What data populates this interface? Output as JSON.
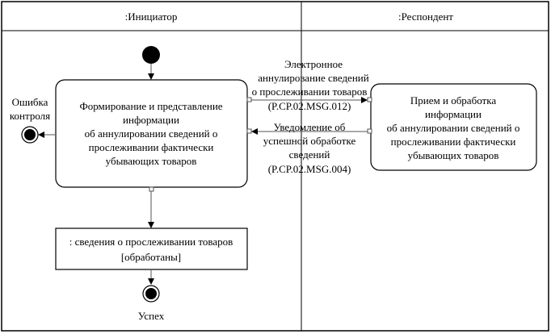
{
  "lanes": [
    ":Инициатор",
    ":Респондент"
  ],
  "initiator_activity": [
    "Формирование и представление",
    "информации",
    "об аннулировании сведений о",
    "прослеживании фактически",
    "убывающих товаров"
  ],
  "respondent_activity": [
    "Прием и обработка",
    "информации",
    "об аннулировании сведений о",
    "прослеживании фактически",
    "убывающих товаров"
  ],
  "message_request": [
    "Электронное",
    "аннулирование сведений",
    "о прослеживании товаров",
    "(P.CP.02.MSG.012)"
  ],
  "message_response": [
    "Уведомление об",
    "успешной обработке",
    "сведений",
    "(P.CP.02.MSG.004)"
  ],
  "error_label": [
    "Ошибка",
    "контроля"
  ],
  "object_node": [
    ": сведения о прослеживании товаров",
    "[обработаны]"
  ],
  "success_label": "Успех"
}
